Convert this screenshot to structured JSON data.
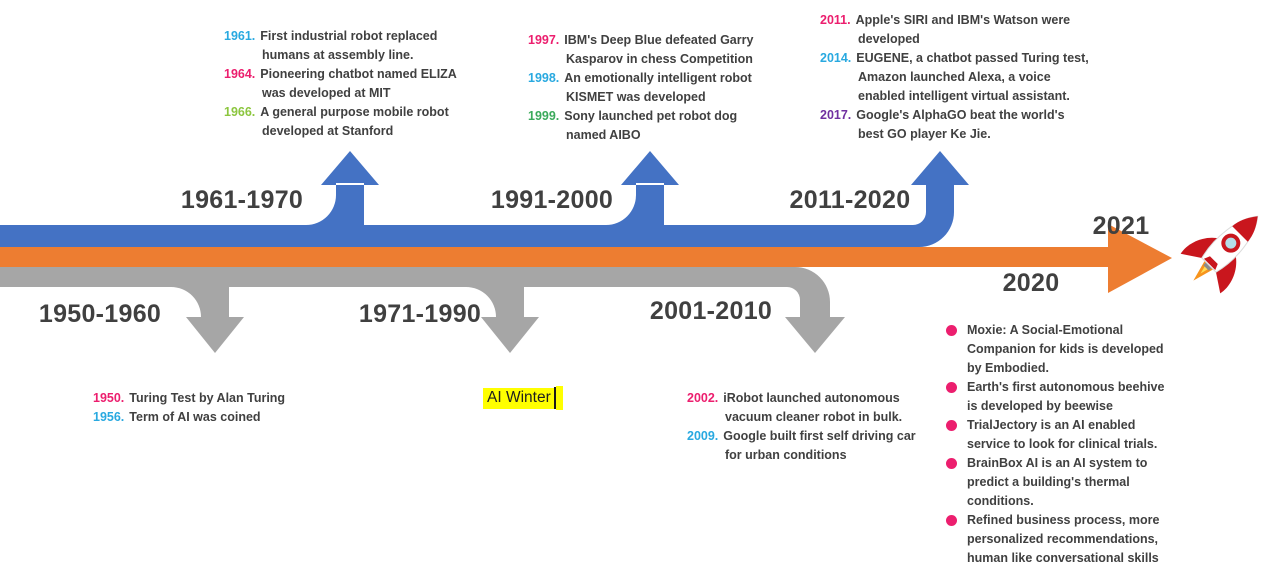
{
  "eras": {
    "top": [
      "1961-1970",
      "1991-2000",
      "2011-2020"
    ],
    "bottom": [
      "1950-1960",
      "1971-1990",
      "2001-2010"
    ],
    "current": "2021",
    "recent": "2020"
  },
  "colors": {
    "top_band": "#4472C4",
    "middle_band": "#ED7D31",
    "bottom_band": "#A6A6A6",
    "era_label": "#404040",
    "body_text": "#404040",
    "bullet": "#EC1E6E",
    "highlight": "#FFFF00"
  },
  "event_blocks": {
    "era_1961_1970": [
      {
        "year": "1961.",
        "color": "#29A9E0",
        "text": "First industrial robot replaced humans at assembly line."
      },
      {
        "year": "1964.",
        "color": "#EC1E6E",
        "text": "Pioneering chatbot named ELIZA was developed at MIT"
      },
      {
        "year": "1966.",
        "color": "#8CC63F",
        "text": "A general purpose mobile robot developed at Stanford"
      }
    ],
    "era_1991_2000": [
      {
        "year": "1997.",
        "color": "#EC1E6E",
        "text": "IBM's Deep Blue defeated Garry Kasparov in chess Competition"
      },
      {
        "year": "1998.",
        "color": "#29A9E0",
        "text": "An emotionally intelligent robot KISMET was developed"
      },
      {
        "year": "1999.",
        "color": "#3BAA5B",
        "text": "Sony launched pet robot dog named AIBO"
      }
    ],
    "era_2011_2020": [
      {
        "year": "2011.",
        "color": "#EC1E6E",
        "text": "Apple's SIRI and IBM's Watson were developed"
      },
      {
        "year": "2014.",
        "color": "#29A9E0",
        "text": "EUGENE, a chatbot passed Turing test, Amazon launched Alexa, a voice enabled intelligent virtual assistant."
      },
      {
        "year": "2017.",
        "color": "#7030A0",
        "text": "Google's AlphaGO beat the world's best GO player Ke Jie."
      }
    ],
    "era_1950_1960": [
      {
        "year": "1950.",
        "color": "#EC1E6E",
        "text": "Turing Test by Alan Turing"
      },
      {
        "year": "1956.",
        "color": "#29A9E0",
        "text": "Term of AI was coined"
      }
    ],
    "era_2001_2010": [
      {
        "year": "2002.",
        "color": "#EC1E6E",
        "text": "iRobot launched autonomous vacuum cleaner robot in bulk."
      },
      {
        "year": "2009.",
        "color": "#29A9E0",
        "text": "Google built first self driving car for urban conditions"
      }
    ]
  },
  "ai_winter": {
    "label": "AI Winter"
  },
  "events_2020": [
    "Moxie: A Social-Emotional Companion for kids is developed by Embodied.",
    "Earth's first autonomous beehive is developed by beewise",
    "TrialJectory is an AI enabled service to look for clinical trials.",
    "BrainBox AI is an AI system to predict a building's thermal conditions.",
    "Refined business process, more personalized recommendations, human like conversational skills"
  ]
}
